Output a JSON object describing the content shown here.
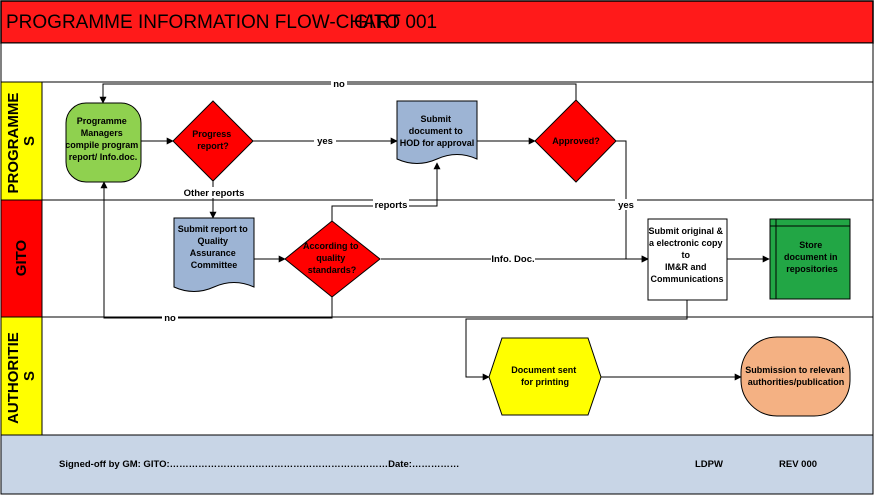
{
  "title": "PROGRAMME INFORMATION FLOW-CHART",
  "code": "GITO 001",
  "lanes": {
    "programmes": [
      "PROGRAMME",
      "S"
    ],
    "gito": [
      "GITO"
    ],
    "authorities": [
      "AUTHORITIE",
      "S"
    ]
  },
  "nodes": {
    "compile": [
      "Programme",
      "Managers",
      "compile program",
      "report/ Info.doc."
    ],
    "progress": [
      "Progress",
      "report?"
    ],
    "submit_hod": [
      "Submit",
      "document to",
      "HOD for approval"
    ],
    "approved": [
      "Approved?"
    ],
    "qa": [
      "Submit report to",
      "Quality",
      "Assurance",
      "Committee"
    ],
    "standards": [
      "According to",
      "quality",
      "standards?"
    ],
    "imr": [
      "Submit original &",
      "a electronic copy",
      "to",
      "IM&R and",
      "Communications"
    ],
    "store": [
      "Store",
      "document in",
      "repositories"
    ],
    "printing": [
      "Document sent",
      "for printing"
    ],
    "submission": [
      "Submission to relevant",
      "authorities/publication"
    ]
  },
  "edge_labels": {
    "no_top": "no",
    "yes_progress": "yes",
    "other_reports": "Other reports",
    "reports": "reports",
    "yes_approved": "yes",
    "info_doc": "Info. Doc.",
    "no_bottom": "no"
  },
  "footer": {
    "signed": "Signed-off by GM: GITO:……………………………………………………………Date:……………",
    "org": "LDPW",
    "rev": "REV 000"
  },
  "colors": {
    "title_bar": "#ff1a1a",
    "lane_label_yellow": "#ffff00",
    "lane_label_red": "#ff0000",
    "green_node": "#8fd14f",
    "diamond": "#ff0000",
    "document": "#9db4d4",
    "store": "#22a645",
    "printing": "#ffff00",
    "submission": "#f4b183",
    "footer": "#c8d5e6"
  }
}
